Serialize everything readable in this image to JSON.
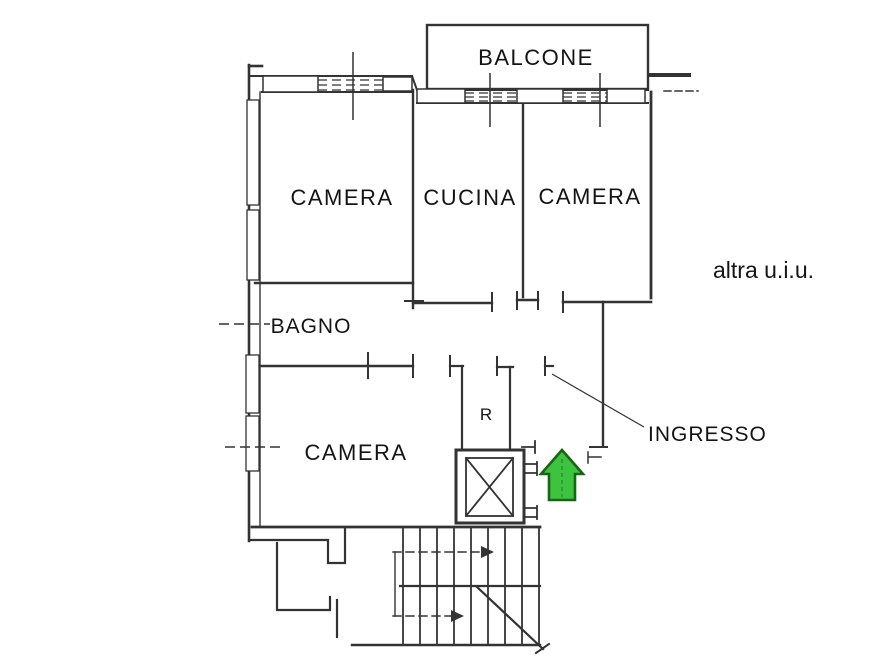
{
  "plan": {
    "rooms": {
      "balcone": "BALCONE",
      "camera_top_left": "CAMERA",
      "cucina": "CUCINA",
      "camera_top_right": "CAMERA",
      "bagno": "BAGNO",
      "camera_bottom": "CAMERA",
      "ingresso": "INGRESSO"
    },
    "annotations": {
      "other_unit": "altra u.i.u.",
      "duct_mark": "R"
    },
    "icons": {
      "entrance_arrow": "green-up-arrow"
    },
    "colors": {
      "line": "#333333",
      "text": "#141414",
      "arrow_fill": "#3ec33e",
      "arrow_border": "#166616",
      "arrow_center": "#2f9e2f",
      "background": "#ffffff"
    }
  }
}
